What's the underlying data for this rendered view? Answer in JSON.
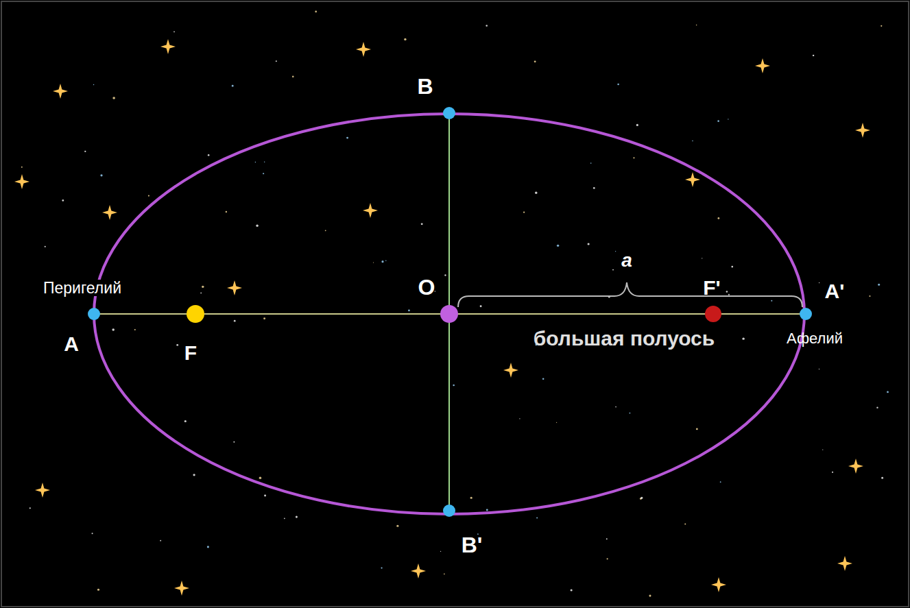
{
  "diagram": {
    "labels": [
      "B",
      "a",
      "Перигелий",
      "O",
      "F'",
      "A'",
      "A",
      "F",
      "большая полуось",
      "Афелий",
      "B'"
    ]
  }
}
